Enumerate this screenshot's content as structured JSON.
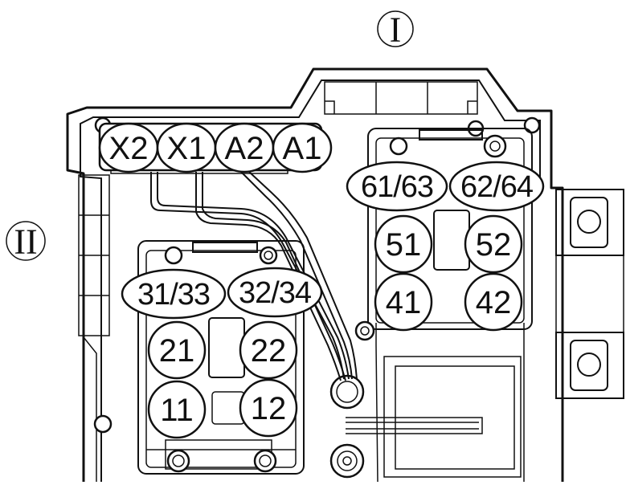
{
  "roman_labels": {
    "top": "I",
    "left": "II"
  },
  "top_terminals": [
    "X2",
    "X1",
    "A2",
    "A1"
  ],
  "left_block": {
    "upper": [
      "31/33",
      "32/34"
    ],
    "middle": [
      "21",
      "22"
    ],
    "lower": [
      "11",
      "12"
    ]
  },
  "right_block": {
    "upper": [
      "61/63",
      "62/64"
    ],
    "middle": [
      "51",
      "52"
    ],
    "lower": [
      "41",
      "42"
    ]
  }
}
